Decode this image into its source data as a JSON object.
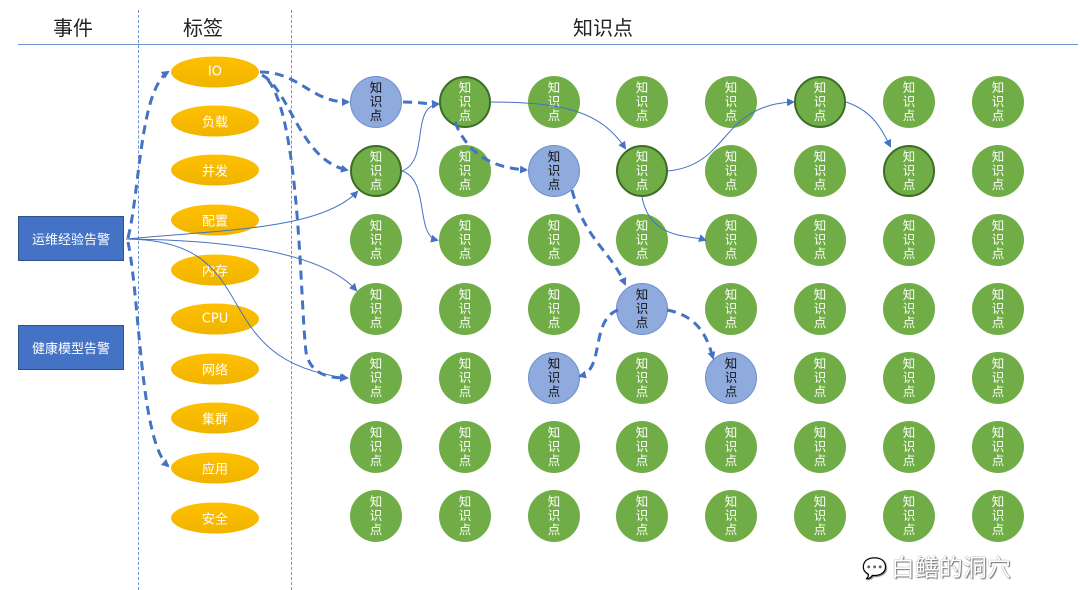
{
  "headers": {
    "events": "事件",
    "tags": "标签",
    "knowledge": "知识点"
  },
  "events": [
    "运维经验告警",
    "健康模型告警"
  ],
  "tags": [
    "IO",
    "负载",
    "并发",
    "配置",
    "内存",
    "CPU",
    "网络",
    "集群",
    "应用",
    "安全"
  ],
  "node_label": "知识点",
  "grid": {
    "rows": 7,
    "cols": 8
  },
  "highlighted_nodes": [
    [
      0,
      0
    ],
    [
      1,
      2
    ],
    [
      3,
      3
    ],
    [
      4,
      2
    ],
    [
      4,
      4
    ]
  ],
  "outlined_nodes": [
    [
      0,
      1
    ],
    [
      1,
      0
    ],
    [
      1,
      3
    ],
    [
      0,
      5
    ],
    [
      1,
      6
    ]
  ],
  "colors": {
    "node": "#70ad47",
    "highlight": "#8faadc",
    "tag": "#ffc000",
    "event": "#4472c4",
    "arrow": "#4472c4"
  },
  "watermark": "白鳝的洞穴"
}
